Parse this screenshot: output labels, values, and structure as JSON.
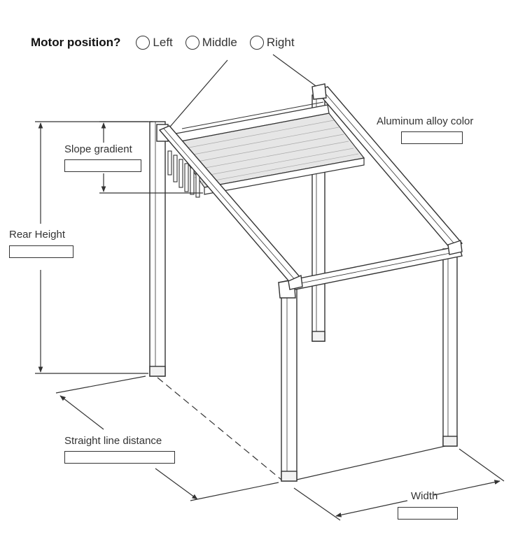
{
  "question": {
    "label": "Motor position?",
    "options": [
      "Left",
      "Middle",
      "Right"
    ]
  },
  "fields": {
    "slope_gradient": {
      "label": "Slope gradient",
      "value": ""
    },
    "rear_height": {
      "label": "Rear Height",
      "value": ""
    },
    "aluminum_alloy_color": {
      "label": "Aluminum alloy color",
      "value": ""
    },
    "straight_line_distance": {
      "label": "Straight line distance",
      "value": ""
    },
    "width": {
      "label": "Width",
      "value": ""
    }
  },
  "colors": {
    "line": "#333333",
    "fill": "#ffffff",
    "slat": "#dcdcdc"
  }
}
